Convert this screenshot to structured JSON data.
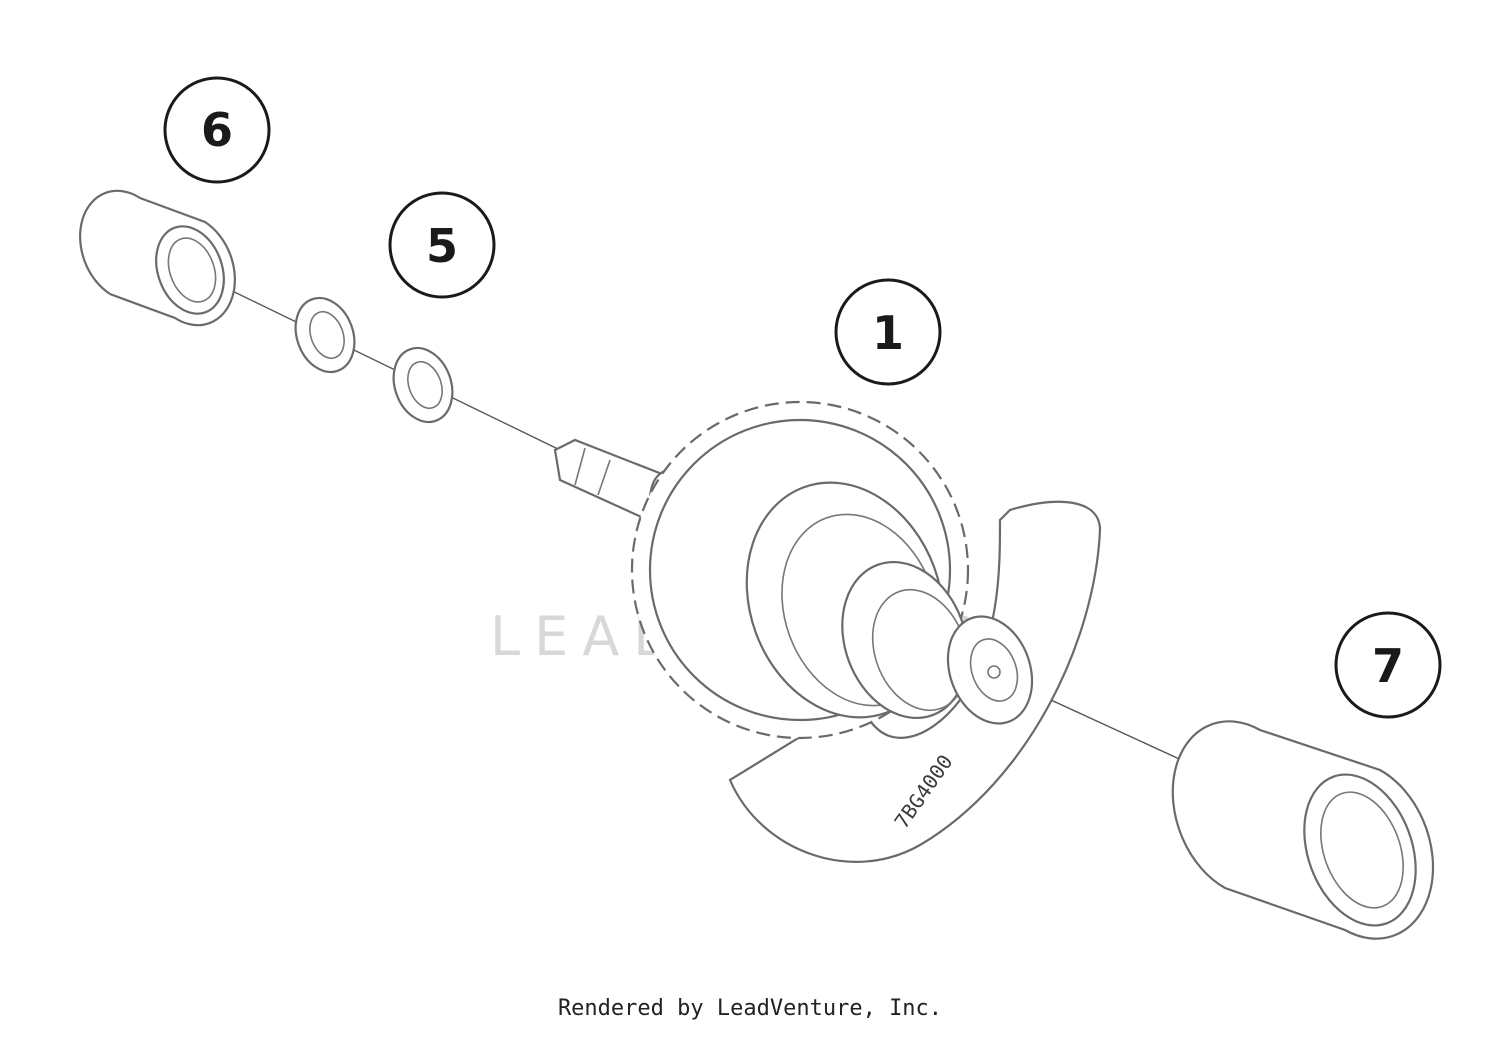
{
  "callouts": [
    {
      "label": "6"
    },
    {
      "label": "5"
    },
    {
      "label": "1"
    },
    {
      "label": "7"
    }
  ],
  "part_marking": "7BG4000",
  "watermark": "LEADVENTURE",
  "footer": "Rendered by LeadVenture, Inc.",
  "colors": {
    "line": "#6a6a6a",
    "text": "#1a1a1a",
    "watermark": "#d8d8d8"
  }
}
